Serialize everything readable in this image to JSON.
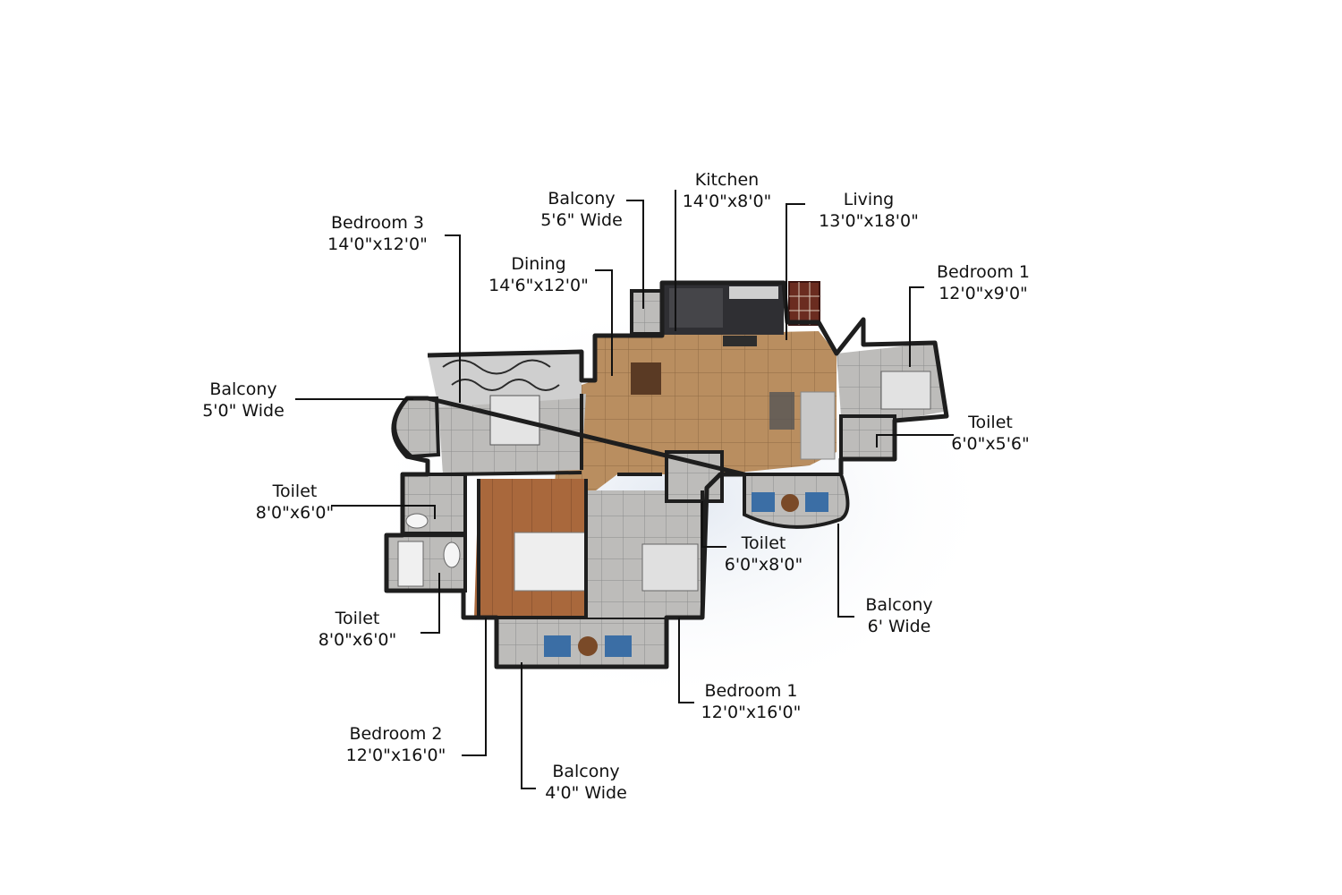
{
  "labels": {
    "bedroom3": {
      "name": "Bedroom 3",
      "size": "14'0\"x12'0\""
    },
    "balcony_top": {
      "name": "Balcony",
      "size": "5'6\"  Wide"
    },
    "kitchen": {
      "name": "Kitchen",
      "size": "14'0\"x8'0\""
    },
    "living": {
      "name": "Living",
      "size": "13'0\"x18'0\""
    },
    "dining": {
      "name": "Dining",
      "size": "14'6\"x12'0\""
    },
    "bedroom1_right": {
      "name": "Bedroom 1",
      "size": "12'0\"x9'0\""
    },
    "balcony_left": {
      "name": "Balcony",
      "size": "5'0\" Wide"
    },
    "toilet_right": {
      "name": "Toilet",
      "size": "6'0\"x5'6\""
    },
    "toilet_left_upper": {
      "name": "Toilet",
      "size": "8'0\"x6'0\""
    },
    "toilet_center": {
      "name": "Toilet",
      "size": "6'0\"x8'0\""
    },
    "balcony_right": {
      "name": "Balcony",
      "size": "6' Wide"
    },
    "toilet_left_lower": {
      "name": "Toilet",
      "size": "8'0\"x6'0\""
    },
    "bedroom1_bottom": {
      "name": "Bedroom 1",
      "size": "12'0\"x16'0\""
    },
    "bedroom2": {
      "name": "Bedroom 2",
      "size": "12'0\"x16'0\""
    },
    "balcony_bottom": {
      "name": "Balcony",
      "size": "4'0\" Wide"
    }
  },
  "colors": {
    "floor_tile": "#b88d5f",
    "floor_grey": "#b9b7b4",
    "wood": "#a8643a",
    "wall": "#1e1e1e",
    "leader": "#111111"
  }
}
